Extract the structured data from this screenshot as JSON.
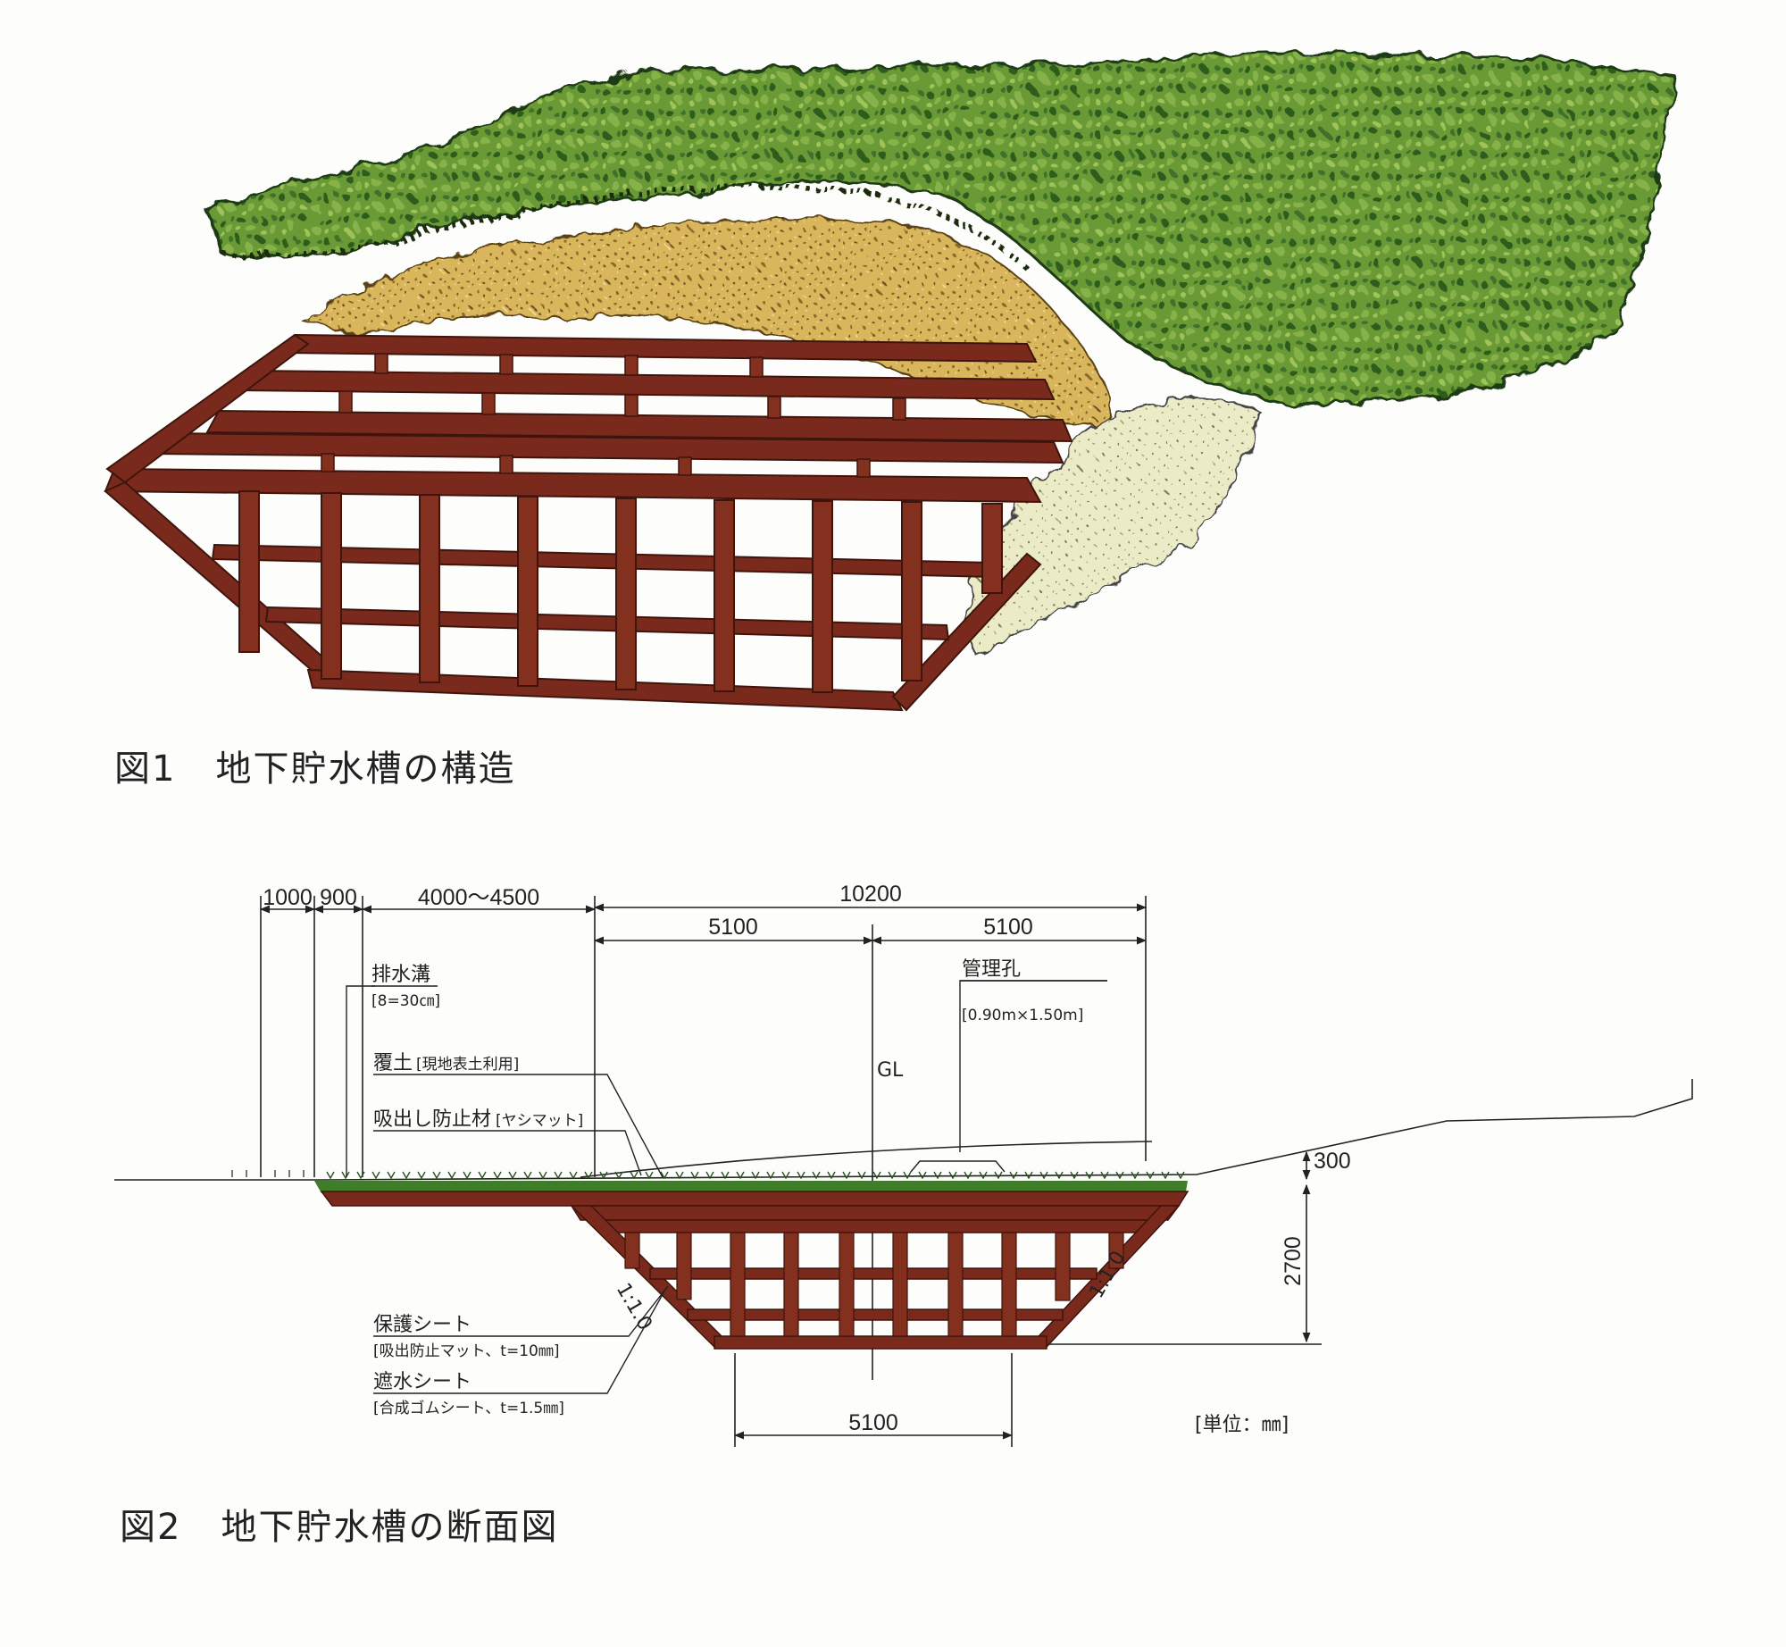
{
  "fig1": {
    "number": "図1",
    "title": "地下貯水槽の構造"
  },
  "fig2": {
    "number": "図2",
    "title": "地下貯水槽の断面図",
    "dimensions": {
      "d1000": "1000",
      "d900": "900",
      "d4000": "4000～4500",
      "d10200": "10200",
      "d5100_left": "5100",
      "d5100_right": "5100",
      "d5100_bottom": "5100",
      "d300": "300",
      "d2700": "2700"
    },
    "labels": {
      "drain": "排水溝",
      "drain_sub": "[8=30㎝]",
      "access": "管理孔",
      "access_sub": "[0.90m×1.50m]",
      "cover": "覆土",
      "cover_sub": "[現地表土利用]",
      "antiwash": "吸出し防止材",
      "antiwash_sub": "[ヤシマット]",
      "gl": "GL",
      "slope_left": "1:1.0",
      "slope_right": "1:1.0",
      "protect": "保護シート",
      "protect_sub": "[吸出防止マット、t=10㎜]",
      "waterproof": "遮水シート",
      "waterproof_sub": "[合成ゴムシート、t=1.5㎜]",
      "unit": "[単位：㎜]"
    },
    "colors": {
      "timber": "#7a2a1c",
      "grass": "#3f7d2a",
      "line": "#222222"
    }
  }
}
